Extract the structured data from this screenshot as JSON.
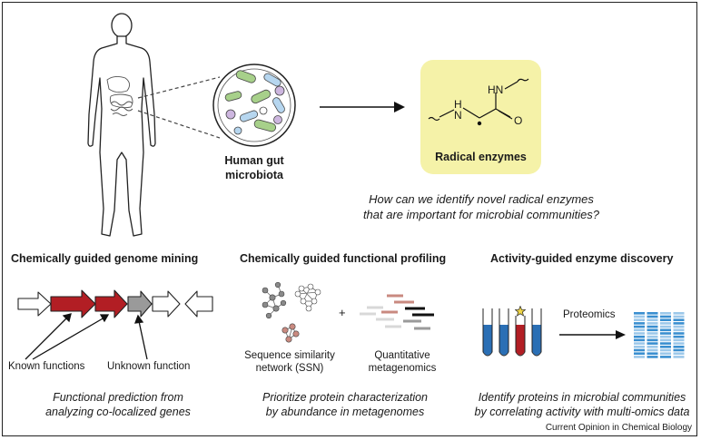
{
  "top": {
    "microbiota_label_line1": "Human gut",
    "microbiota_label_line2": "microbiota",
    "enzyme_label": "Radical enzymes",
    "question_line1": "How can we identify novel radical enzymes",
    "question_line2": "that are important for microbial communities?",
    "chem_labels": {
      "hn": "HN",
      "h": "H",
      "n": "N",
      "o": "O"
    }
  },
  "panels": {
    "genome_mining": {
      "title": "Chemically guided genome mining",
      "known_label": "Known functions",
      "unknown_label": "Unknown function",
      "caption_line1": "Functional prediction from",
      "caption_line2": "analyzing co-localized genes"
    },
    "functional_profiling": {
      "title": "Chemically guided functional profiling",
      "ssn_label_line1": "Sequence similarity",
      "ssn_label_line2": "network (SSN)",
      "plus": "+",
      "meta_label_line1": "Quantitative",
      "meta_label_line2": "metagenomics",
      "caption_line1": "Prioritize protein characterization",
      "caption_line2": "by abundance in metagenomes"
    },
    "enzyme_discovery": {
      "title": "Activity-guided enzyme discovery",
      "proteomics_label": "Proteomics",
      "caption_line1": "Identify proteins in microbial communities",
      "caption_line2": "by correlating activity with multi-omics data"
    }
  },
  "footer": {
    "credit": "Current Opinion in Chemical Biology"
  },
  "colors": {
    "known_gene": "#b21e24",
    "unknown_gene": "#9a9a9a",
    "enzyme_box": "#f5f2a8",
    "tube_blue": "#2a6fb5",
    "tube_red": "#b21e24",
    "heatmap_a": "#3a8fd0",
    "heatmap_b": "#9cc8ea"
  },
  "icons": [
    "human-body-icon",
    "petri-dish-icon",
    "ssn-network-icon",
    "test-tube-icon",
    "star-icon",
    "heatmap-icon"
  ]
}
